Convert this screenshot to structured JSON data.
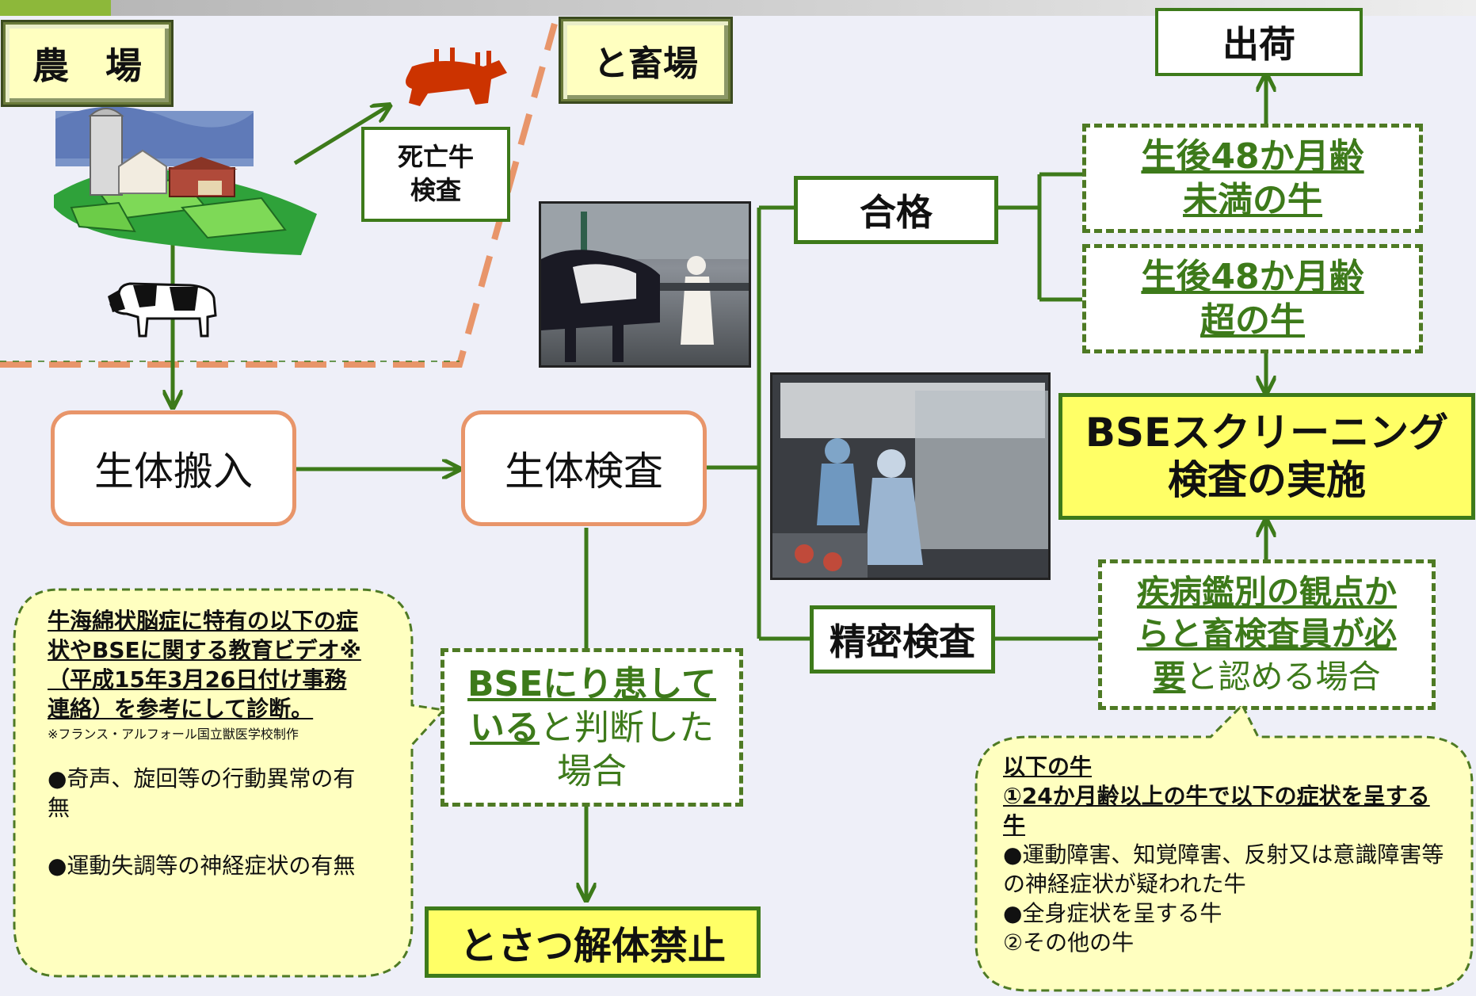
{
  "labels": {
    "farm": "農　場",
    "slaughterhouse": "と畜場",
    "dead_cattle_line1": "死亡牛",
    "dead_cattle_line2": "検査",
    "shipping": "出荷",
    "pass": "合格",
    "under48_line1": "生後48か月齢",
    "under48_line2": "未満の牛",
    "over48_line1": "生後48か月齢",
    "over48_line2": "超の牛",
    "bse_screening_line1": "BSEスクリーニング",
    "bse_screening_line2": "検査の実施",
    "live_intake": "生体搬入",
    "live_inspection": "生体検査",
    "detailed_inspection": "精密検査",
    "inspector_u1": "疾病鑑別の観点か",
    "inspector_u2": "らと畜検査員が必",
    "inspector_u3": "要",
    "inspector_rest": "と認める場合",
    "bse_judged_u1": "BSEにり患して",
    "bse_judged_u2": "いる",
    "bse_judged_rest": "と判断した",
    "bse_judged_line3": "場合",
    "prohibition": "とさつ解体禁止"
  },
  "left_note": {
    "bold_text": "牛海綿状脳症に特有の以下の症状やBSEに関する教育ビデオ※（平成15年3月26日付け事務連絡）を参考にして診断。",
    "footnote": "※フランス・アルフォール国立獣医学校制作",
    "item1": "●奇声、旋回等の行動異常の有無",
    "item2": "●運動失調等の神経症状の有無"
  },
  "right_note": {
    "title": "以下の牛",
    "subtitle": "①24か月齢以上の牛で以下の症状を呈する牛",
    "item1": "●運動障害、知覚障害、反射又は意識障害等の神経症状が疑われた牛",
    "item2": "●全身症状を呈する牛",
    "item3": "②その他の牛"
  },
  "colors": {
    "line_green": "#3d7a1a",
    "label_yellow": "#ffffc0",
    "screening_yellow": "#ffff66",
    "orange_border": "#e8956a",
    "dead_cattle_red": "#cc3300"
  }
}
